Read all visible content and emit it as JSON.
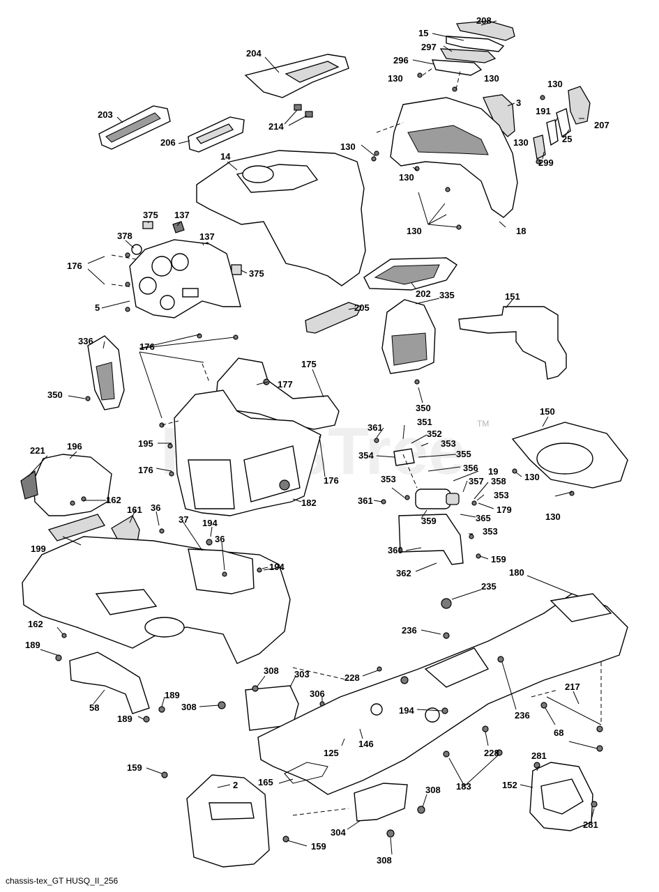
{
  "footer": {
    "code": "chassis-tex_GT HUSQ_II_256"
  },
  "watermark": {
    "text": "PartsTree",
    "mark": "TM"
  },
  "callouts": [
    {
      "id": "c208",
      "text": "208"
    },
    {
      "id": "c15",
      "text": "15"
    },
    {
      "id": "c297",
      "text": "297"
    },
    {
      "id": "c296",
      "text": "296"
    },
    {
      "id": "c130a",
      "text": "130"
    },
    {
      "id": "c130b",
      "text": "130"
    },
    {
      "id": "c204",
      "text": "204"
    },
    {
      "id": "c203",
      "text": "203"
    },
    {
      "id": "c214",
      "text": "214"
    },
    {
      "id": "c206",
      "text": "206"
    },
    {
      "id": "c3",
      "text": "3"
    },
    {
      "id": "c130c",
      "text": "130"
    },
    {
      "id": "c191",
      "text": "191"
    },
    {
      "id": "c207",
      "text": "207"
    },
    {
      "id": "c25",
      "text": "25"
    },
    {
      "id": "c130d",
      "text": "130"
    },
    {
      "id": "c299",
      "text": "299"
    },
    {
      "id": "c130e",
      "text": "130"
    },
    {
      "id": "c130f",
      "text": "130"
    },
    {
      "id": "c14",
      "text": "14"
    },
    {
      "id": "c130g",
      "text": "130"
    },
    {
      "id": "c18",
      "text": "18"
    },
    {
      "id": "c375a",
      "text": "375"
    },
    {
      "id": "c137a",
      "text": "137"
    },
    {
      "id": "c378",
      "text": "378"
    },
    {
      "id": "c137b",
      "text": "137"
    },
    {
      "id": "c176a",
      "text": "176"
    },
    {
      "id": "c375b",
      "text": "375"
    },
    {
      "id": "c5",
      "text": "5"
    },
    {
      "id": "c202",
      "text": "202"
    },
    {
      "id": "c205",
      "text": "205"
    },
    {
      "id": "c335",
      "text": "335"
    },
    {
      "id": "c151",
      "text": "151"
    },
    {
      "id": "c336",
      "text": "336"
    },
    {
      "id": "c176b",
      "text": "176"
    },
    {
      "id": "c175",
      "text": "175"
    },
    {
      "id": "c177",
      "text": "177"
    },
    {
      "id": "c350a",
      "text": "350"
    },
    {
      "id": "c350b",
      "text": "350"
    },
    {
      "id": "c150",
      "text": "150"
    },
    {
      "id": "c361a",
      "text": "361"
    },
    {
      "id": "c351",
      "text": "351"
    },
    {
      "id": "c352",
      "text": "352"
    },
    {
      "id": "c353a",
      "text": "353"
    },
    {
      "id": "c354",
      "text": "354"
    },
    {
      "id": "c355",
      "text": "355"
    },
    {
      "id": "c356",
      "text": "356"
    },
    {
      "id": "c19",
      "text": "19"
    },
    {
      "id": "c130h",
      "text": "130"
    },
    {
      "id": "c195",
      "text": "195"
    },
    {
      "id": "c176c",
      "text": "176"
    },
    {
      "id": "c176d",
      "text": "176"
    },
    {
      "id": "c221",
      "text": "221"
    },
    {
      "id": "c196",
      "text": "196"
    },
    {
      "id": "c353b",
      "text": "353"
    },
    {
      "id": "c357",
      "text": "357"
    },
    {
      "id": "c358",
      "text": "358"
    },
    {
      "id": "c353c",
      "text": "353"
    },
    {
      "id": "c182",
      "text": "182"
    },
    {
      "id": "c361b",
      "text": "361"
    },
    {
      "id": "c359",
      "text": "359"
    },
    {
      "id": "c365",
      "text": "365"
    },
    {
      "id": "c179",
      "text": "179"
    },
    {
      "id": "c130i",
      "text": "130"
    },
    {
      "id": "c162a",
      "text": "162"
    },
    {
      "id": "c161",
      "text": "161"
    },
    {
      "id": "c36a",
      "text": "36"
    },
    {
      "id": "c37",
      "text": "37"
    },
    {
      "id": "c194a",
      "text": "194"
    },
    {
      "id": "c36b",
      "text": "36"
    },
    {
      "id": "c353d",
      "text": "353"
    },
    {
      "id": "c199",
      "text": "199"
    },
    {
      "id": "c360",
      "text": "360"
    },
    {
      "id": "c159a",
      "text": "159"
    },
    {
      "id": "c194b",
      "text": "194"
    },
    {
      "id": "c362",
      "text": "362"
    },
    {
      "id": "c180",
      "text": "180"
    },
    {
      "id": "c235",
      "text": "235"
    },
    {
      "id": "c162b",
      "text": "162"
    },
    {
      "id": "c236a",
      "text": "236"
    },
    {
      "id": "c189a",
      "text": "189"
    },
    {
      "id": "c308a",
      "text": "308"
    },
    {
      "id": "c303",
      "text": "303"
    },
    {
      "id": "c228a",
      "text": "228"
    },
    {
      "id": "c217",
      "text": "217"
    },
    {
      "id": "c306",
      "text": "306"
    },
    {
      "id": "c58",
      "text": "58"
    },
    {
      "id": "c189b",
      "text": "189"
    },
    {
      "id": "c308b",
      "text": "308"
    },
    {
      "id": "c194c",
      "text": "194"
    },
    {
      "id": "c236b",
      "text": "236"
    },
    {
      "id": "c68",
      "text": "68"
    },
    {
      "id": "c189c",
      "text": "189"
    },
    {
      "id": "c125",
      "text": "125"
    },
    {
      "id": "c146",
      "text": "146"
    },
    {
      "id": "c228b",
      "text": "228"
    },
    {
      "id": "c281a",
      "text": "281"
    },
    {
      "id": "c159b",
      "text": "159"
    },
    {
      "id": "c2",
      "text": "2"
    },
    {
      "id": "c165",
      "text": "165"
    },
    {
      "id": "c308c",
      "text": "308"
    },
    {
      "id": "c183",
      "text": "183"
    },
    {
      "id": "c152",
      "text": "152"
    },
    {
      "id": "c304",
      "text": "304"
    },
    {
      "id": "c281b",
      "text": "281"
    },
    {
      "id": "c159c",
      "text": "159"
    },
    {
      "id": "c308d",
      "text": "308"
    }
  ]
}
